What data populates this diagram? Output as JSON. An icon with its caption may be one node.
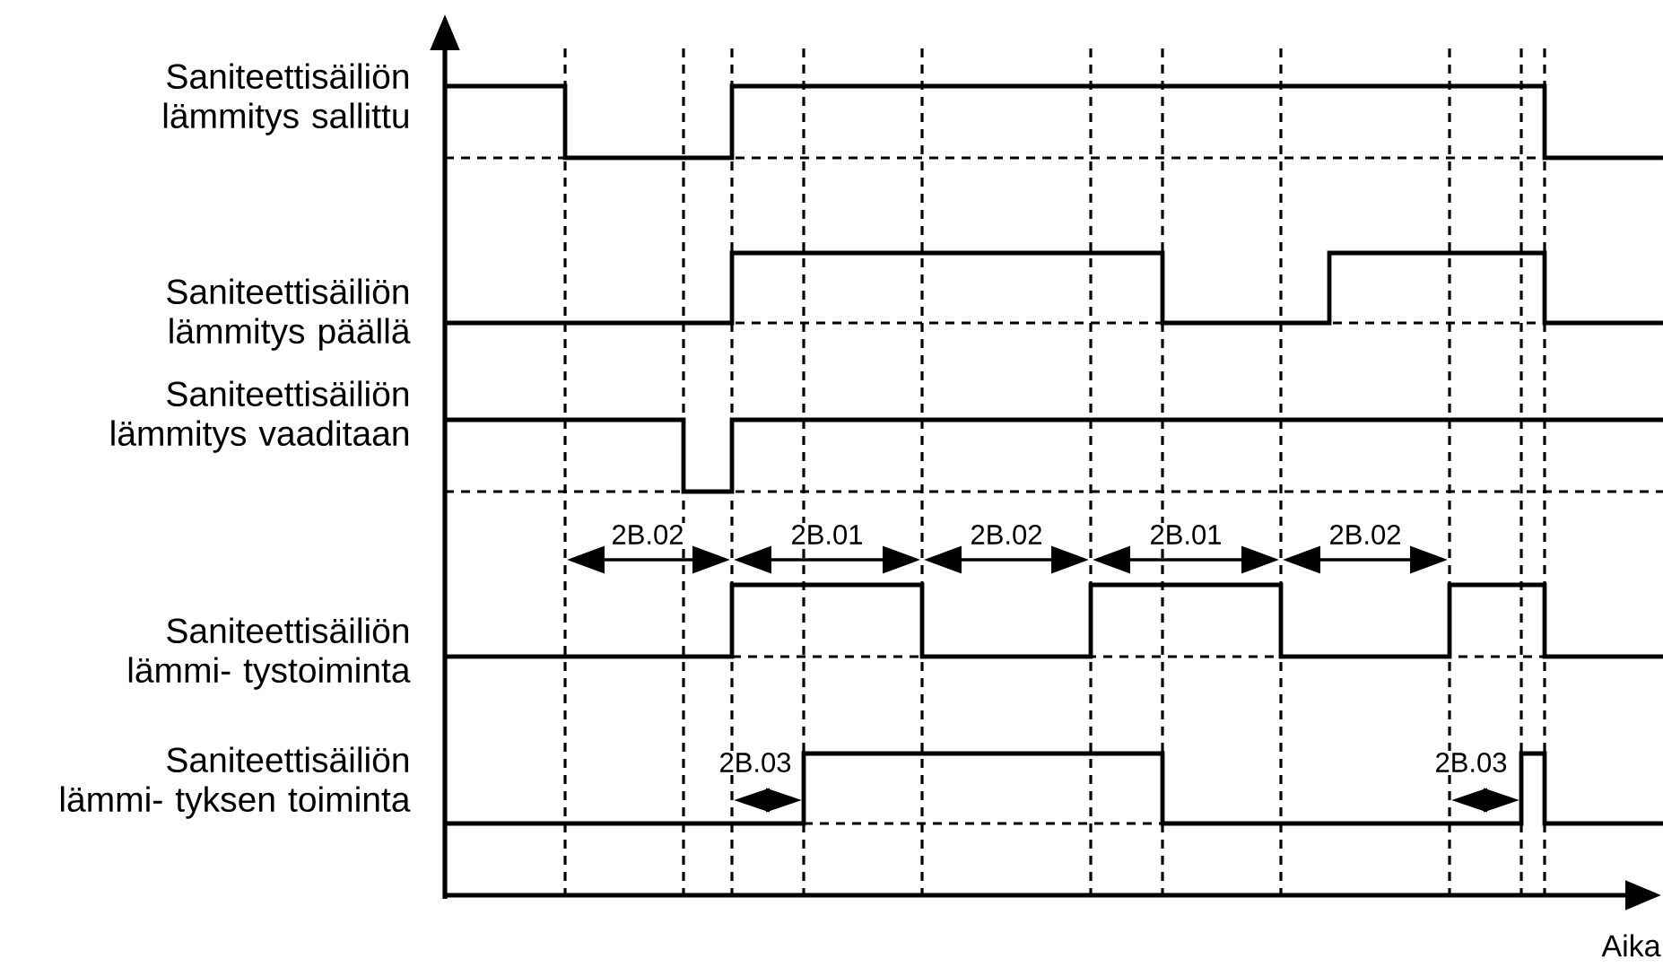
{
  "diagram": {
    "labels": [
      "Saniteettisäiliön lämmitys sallittu",
      "Saniteettisäiliön lämmitys päällä",
      "Saniteettisäiliön lämmitys vaaditaan",
      "Saniteettisäiliön lämmi- tystoiminta",
      "Saniteettisäiliön lämmi- tyksen toiminta",
      "2B.02",
      "2B.01",
      "2B.02",
      "2B.01",
      "2B.02",
      "2B.03",
      "2B.03",
      "Aika"
    ]
  }
}
